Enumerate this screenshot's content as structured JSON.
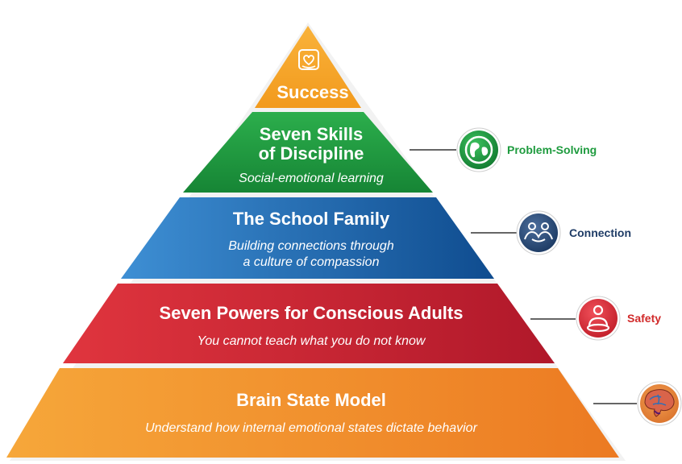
{
  "pyramid": {
    "success": {
      "title": "Success"
    },
    "skills": {
      "title_line1": "Seven Skills",
      "title_line2": "of Discipline",
      "subtitle": "Social-emotional learning"
    },
    "family": {
      "title": "The School Family",
      "subtitle_line1": "Building connections through",
      "subtitle_line2": "a culture of compassion"
    },
    "powers": {
      "title": "Seven Powers for Conscious Adults",
      "subtitle": "You cannot teach what you do not know"
    },
    "brain": {
      "title": "Brain State Model",
      "subtitle": "Understand how internal emotional states dictate behavior"
    }
  },
  "side_labels": {
    "problem_solving": "Problem-Solving",
    "connection": "Connection",
    "safety": "Safety"
  },
  "colors": {
    "success": "#F5A623",
    "skills": "#1E9B3E",
    "family": "#1A5FA8",
    "powers": "#C8202D",
    "brain": "#F08A28",
    "problem_solving_text": "#1E9B3E",
    "connection_text": "#1F3C66",
    "safety_text": "#D12A2A"
  },
  "icons": {
    "success": "heart-hands-icon",
    "problem_solving": "globe-icon",
    "connection": "people-icon",
    "safety": "person-embrace-icon",
    "brain": "brain-icon"
  }
}
